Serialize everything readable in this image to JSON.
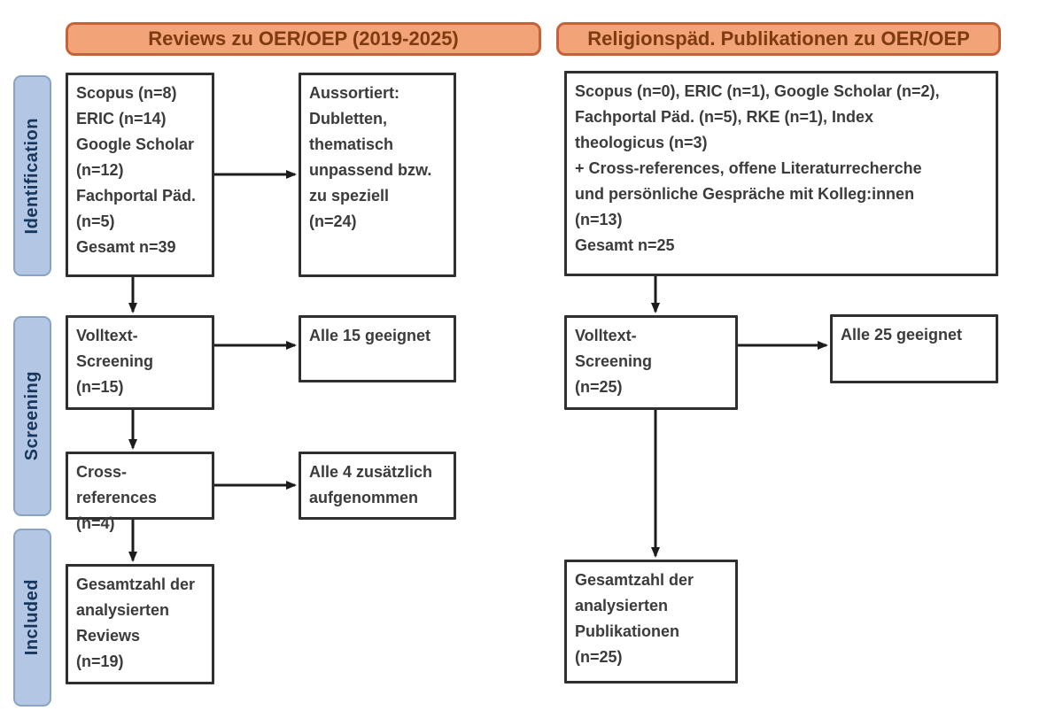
{
  "headers": {
    "left": "Reviews zu OER/OEP (2019-2025)",
    "right": "Religionspäd. Publikationen zu OER/OEP"
  },
  "stages": {
    "identification": "Identification",
    "screening": "Screening",
    "included": "Included"
  },
  "left_column": {
    "sources": "Scopus (n=8)\nERIC (n=14)\nGoogle Scholar\n(n=12)\nFachportal Päd.\n(n=5)\nGesamt n=39",
    "excluded": "Aussortiert:\nDubletten,\nthematisch\nunpassend bzw.\nzu speziell\n(n=24)",
    "fulltext_screening": "Volltext-\nScreening\n(n=15)",
    "eligible": "Alle 15 geeignet",
    "cross_references": "Cross-references\n(n=4)",
    "added": "Alle 4 zusätzlich\naufgenommen",
    "total": "Gesamtzahl der\nanalysierten\nReviews\n(n=19)"
  },
  "right_column": {
    "sources": "Scopus (n=0), ERIC (n=1), Google Scholar (n=2),\nFachportal Päd. (n=5), RKE (n=1), Index\ntheologicus (n=3)\n+ Cross-references, offene Literaturrecherche\nund persönliche Gespräche mit Kolleg:innen\n(n=13)\nGesamt n=25",
    "fulltext_screening": "Volltext-\nScreening\n(n=25)",
    "eligible": "Alle 25 geeignet",
    "total": "Gesamtzahl der\nanalysierten\nPublikationen\n(n=25)"
  },
  "colors": {
    "background": "#ffffff",
    "header_fill": "#f2a377",
    "header_border": "#c4633b",
    "header_text": "#7e3a10",
    "stage_fill": "#b3c6e4",
    "stage_border": "#8aa3c4",
    "stage_text": "#17365d",
    "box_border": "#2f2f2f",
    "box_text": "#3b3b3b",
    "arrow": "#1c1c1c"
  }
}
